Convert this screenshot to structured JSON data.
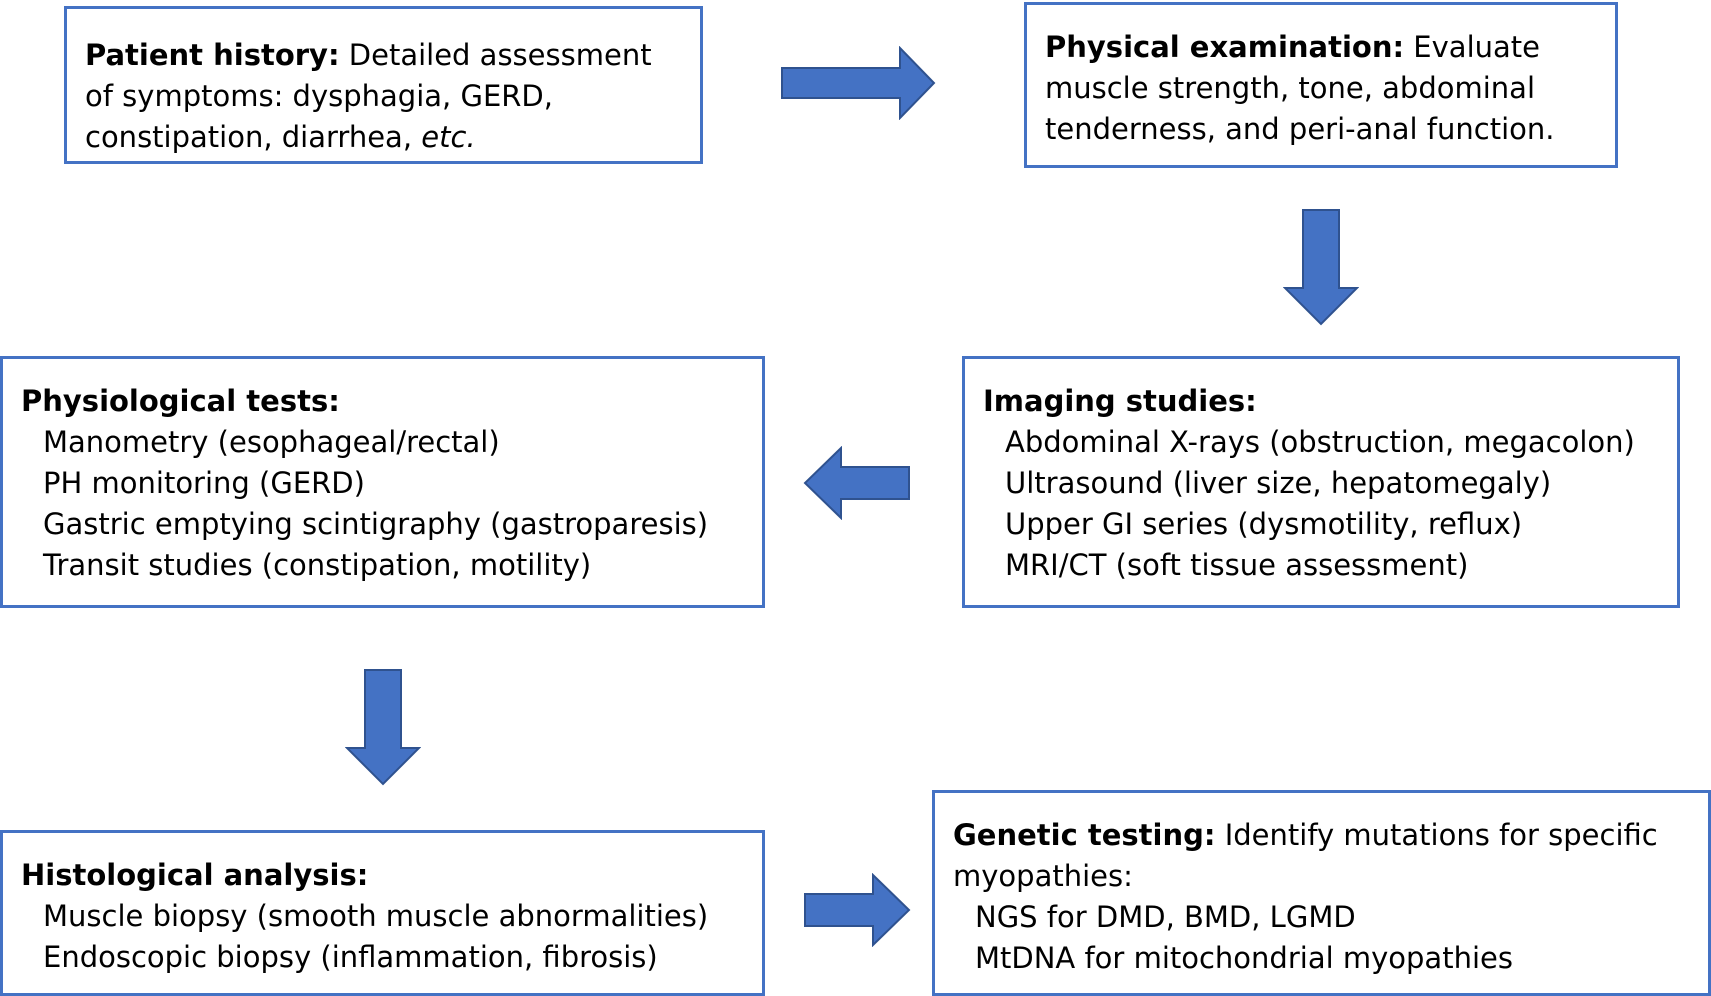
{
  "colors": {
    "accent": "#4472C4",
    "text": "#000000",
    "background": "#ffffff"
  },
  "boxes": {
    "history": {
      "title": "Patient history:",
      "lines": [
        " Detailed assessment",
        "of symptoms: dysphagia, GERD,",
        "constipation, diarrhea, ",
        "etc."
      ]
    },
    "exam": {
      "title": "Physical examination:",
      "lines": [
        " Evaluate",
        "muscle strength, tone, abdominal",
        "tenderness, and peri-anal function."
      ]
    },
    "physio": {
      "title": "Physiological tests:",
      "items": [
        "Manometry (esophageal/rectal)",
        "PH monitoring (GERD)",
        "Gastric emptying scintigraphy (gastroparesis)",
        "Transit studies (constipation, motility)"
      ]
    },
    "imaging": {
      "title": "Imaging studies:",
      "items": [
        "Abdominal X-rays (obstruction, megacolon)",
        "Ultrasound (liver size, hepatomegaly)",
        "Upper GI series (dysmotility, reflux)",
        "MRI/CT (soft tissue assessment)"
      ]
    },
    "histo": {
      "title": "Histological analysis:",
      "items": [
        "Muscle biopsy (smooth muscle abnormalities)",
        "Endoscopic biopsy (inflammation, fibrosis)"
      ]
    },
    "genetic": {
      "title": "Genetic testing:",
      "lines": [
        " Identify mutations for specific",
        "myopathies:"
      ],
      "items": [
        "NGS for DMD, BMD, LGMD",
        "MtDNA for mitochondrial myopathies"
      ]
    }
  },
  "arrows": {
    "history_to_exam": "arrow-right",
    "exam_to_imaging": "arrow-down",
    "imaging_to_physio": "arrow-left",
    "physio_to_histo": "arrow-down",
    "histo_to_genetic": "arrow-right"
  }
}
